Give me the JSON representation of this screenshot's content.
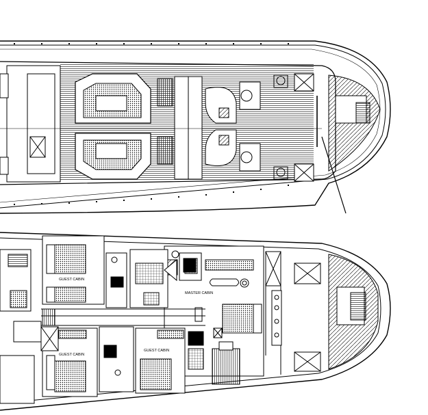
{
  "labels": {
    "guest_cabin_upper": "GUEST CABIN",
    "master_cabin": "MASTER CABIN",
    "guest_cabin_lower_left": "GUEST CABIN",
    "guest_cabin_lower_right": "GUEST CABIN"
  }
}
